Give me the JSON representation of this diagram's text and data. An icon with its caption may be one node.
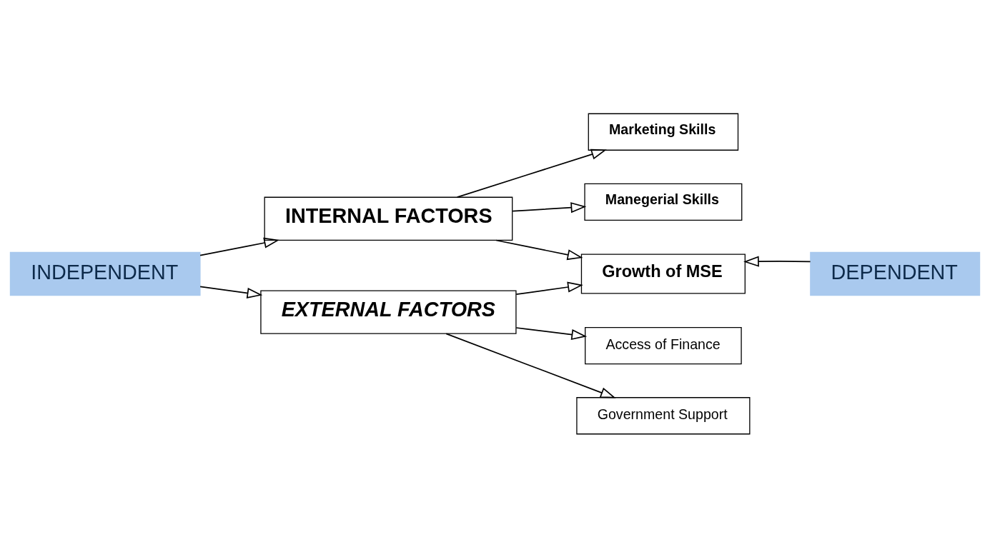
{
  "diagram": {
    "nodes": [
      {
        "text": [
          "INDEPENDENT"
        ]
      },
      {
        "text": [
          "INTERNAL FACTORS"
        ]
      },
      {
        "text": [
          "Marketing Skills"
        ]
      },
      {
        "text": [
          "Manegerial Skills"
        ]
      },
      {
        "text": [
          "EXTERNAL FACTORS"
        ]
      },
      {
        "text": [
          "Access of Finance"
        ]
      },
      {
        "text": [
          "Government Support"
        ]
      },
      {
        "text": [
          "Growth of MSE"
        ]
      },
      {
        "text": [
          "DEPENDENT"
        ]
      }
    ],
    "edges": [
      {
        "from": 0,
        "to": 1,
        "arrow": "to"
      },
      {
        "from": 0,
        "to": 4,
        "arrow": "to"
      },
      {
        "from": 1,
        "to": 2,
        "arrow": "to"
      },
      {
        "from": 1,
        "to": 3,
        "arrow": "to"
      },
      {
        "from": 4,
        "to": 5,
        "arrow": "to"
      },
      {
        "from": 4,
        "to": 6,
        "arrow": "to"
      },
      {
        "from": 1,
        "to": 7,
        "arrow": "to"
      },
      {
        "from": 4,
        "to": 7,
        "arrow": "to"
      },
      {
        "from": 8,
        "to": 7,
        "arrow": "to"
      }
    ]
  }
}
